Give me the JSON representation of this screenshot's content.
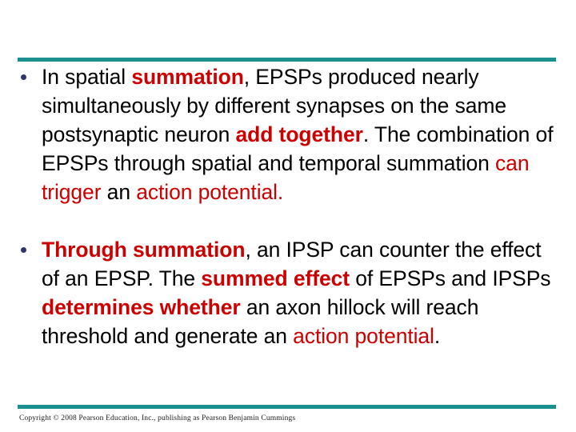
{
  "slide": {
    "theme": {
      "rule_color": "#17908f",
      "bullet_color": "#33336e",
      "highlight_color": "#cc0000",
      "text_color": "#000000",
      "background_color": "#ffffff"
    },
    "bullets": [
      {
        "id": "bullet-spatial-summation",
        "runs": [
          {
            "text": "In spatial ",
            "style": "plain"
          },
          {
            "text": "summation",
            "style": "bold-red"
          },
          {
            "text": ", EPSPs produced nearly simultaneously by different synapses on the same postsynaptic neuron ",
            "style": "plain"
          },
          {
            "text": "add together",
            "style": "bold-red"
          },
          {
            "text": ". The combination of EPSPs through spatial and temporal summation ",
            "style": "plain"
          },
          {
            "text": "can trigger",
            "style": "red"
          },
          {
            "text": " an ",
            "style": "plain"
          },
          {
            "text": "action potential",
            "style": "red"
          },
          {
            "text": ".",
            "style": "red"
          }
        ]
      },
      {
        "id": "bullet-through-summation",
        "runs": [
          {
            "text": "Through summation",
            "style": "bold-red"
          },
          {
            "text": ", an IPSP can counter the effect of an EPSP.  The ",
            "style": "plain"
          },
          {
            "text": "summed effect",
            "style": "bold-red"
          },
          {
            "text": " of EPSPs and IPSPs ",
            "style": "plain"
          },
          {
            "text": "determines whether",
            "style": "bold-red"
          },
          {
            "text": " an axon hillock will reach threshold and generate an ",
            "style": "plain"
          },
          {
            "text": "action potential",
            "style": "red"
          },
          {
            "text": ".",
            "style": "plain"
          }
        ]
      }
    ],
    "footer": {
      "copyright": "Copyright © 2008 Pearson Education, Inc., publishing as Pearson Benjamin Cummings"
    }
  }
}
